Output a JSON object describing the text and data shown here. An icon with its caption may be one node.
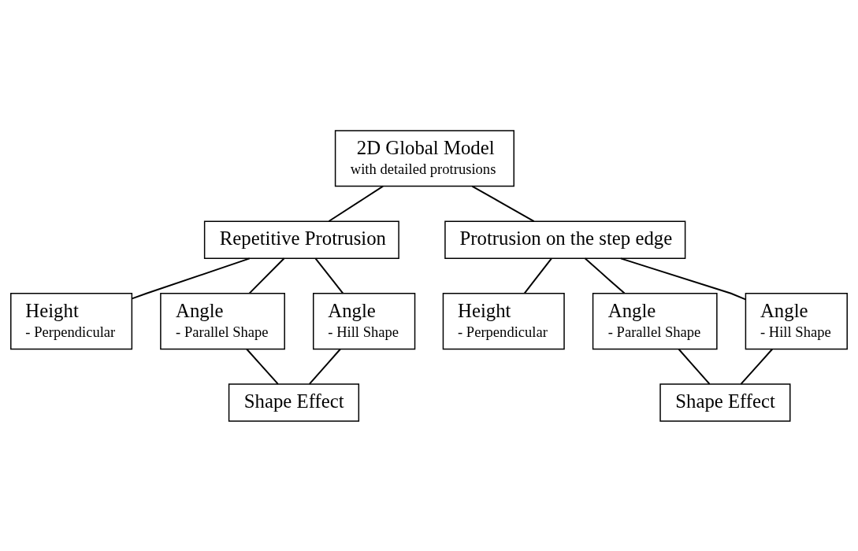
{
  "diagram": {
    "nodes": [
      {
        "text": [
          "2D Global Model",
          "with detailed protrusions"
        ]
      },
      {
        "text": [
          "Repetitive Protrusion"
        ]
      },
      {
        "text": [
          "Protrusion on the step edge"
        ]
      },
      {
        "text": [
          "Height",
          "- Perpendicular"
        ]
      },
      {
        "text": [
          "Angle",
          "- Parallel Shape"
        ]
      },
      {
        "text": [
          "Angle",
          "- Hill Shape"
        ]
      },
      {
        "text": [
          "Shape Effect"
        ]
      },
      {
        "text": [
          "Height",
          "- Perpendicular"
        ]
      },
      {
        "text": [
          "Angle",
          "- Parallel Shape"
        ]
      },
      {
        "text": [
          "Angle",
          "- Hill Shape"
        ]
      },
      {
        "text": [
          "Shape Effect"
        ]
      }
    ],
    "edges": [
      {
        "from": 0,
        "to": 1,
        "arrow": "none"
      },
      {
        "from": 0,
        "to": 2,
        "arrow": "none"
      },
      {
        "from": 1,
        "to": 3,
        "arrow": "none"
      },
      {
        "from": 1,
        "to": 4,
        "arrow": "none"
      },
      {
        "from": 1,
        "to": 5,
        "arrow": "none"
      },
      {
        "from": 4,
        "to": 6,
        "arrow": "none"
      },
      {
        "from": 5,
        "to": 6,
        "arrow": "none"
      },
      {
        "from": 2,
        "to": 7,
        "arrow": "none"
      },
      {
        "from": 2,
        "to": 8,
        "arrow": "none"
      },
      {
        "from": 2,
        "to": 9,
        "arrow": "none"
      },
      {
        "from": 8,
        "to": 10,
        "arrow": "none"
      },
      {
        "from": 9,
        "to": 10,
        "arrow": "none"
      }
    ]
  }
}
